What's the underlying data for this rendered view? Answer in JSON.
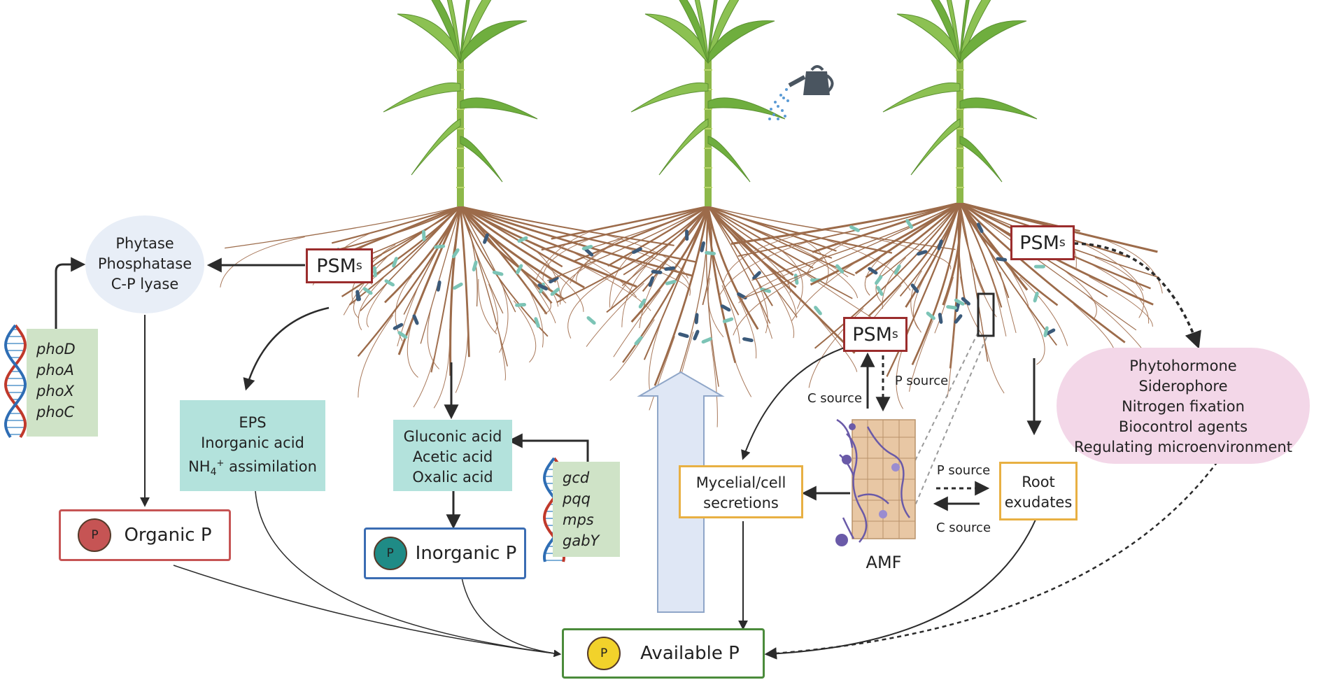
{
  "enzymes": {
    "line1": "Phytase",
    "line2": "Phosphatase",
    "line3": "C-P lyase"
  },
  "genes_pho": [
    "phoD",
    "phoA",
    "phoX",
    "phoC"
  ],
  "genes_acid": [
    "gcd",
    "pqq",
    "mps",
    "gabY"
  ],
  "psm": {
    "main": "PSM",
    "sub": "s"
  },
  "eps_box": {
    "line1": "EPS",
    "line2": "Inorganic acid",
    "line3_pre": "NH",
    "line3_sub": "4",
    "line3_sup": "+",
    "line3_post": " assimilation"
  },
  "acids_box": {
    "line1": "Gluconic acid",
    "line2": "Acetic acid",
    "line3": "Oxalic acid"
  },
  "organic_p": {
    "letter": "P",
    "label": "Organic P"
  },
  "inorganic_p": {
    "letter": "P",
    "label": "Inorganic P"
  },
  "available_p": {
    "letter": "P",
    "label": "Available P"
  },
  "mycelial": {
    "line1": "Mycelial/cell",
    "line2": "secretions"
  },
  "root_exudates": {
    "line1": "Root",
    "line2": "exudates"
  },
  "amf": "AMF",
  "flux": {
    "c_source_up": "C source",
    "p_source_up": "P source",
    "p_source_right": "P source",
    "c_source_left": "C source"
  },
  "functions": {
    "line1": "Phytohormone",
    "line2": "Siderophore",
    "line3": "Nitrogen fixation",
    "line4": "Biocontrol agents",
    "line5": "Regulating microenvironment"
  },
  "colors": {
    "organic": "#c65454",
    "inorganic": "#1f8b86",
    "available": "#f2d22b",
    "psm_border": "#9b2d2d",
    "teal_box": "#b3e2dc",
    "gene_box": "#cfe3c7",
    "pink": "#f3d7e8",
    "enzyme": "#e8eef7"
  }
}
